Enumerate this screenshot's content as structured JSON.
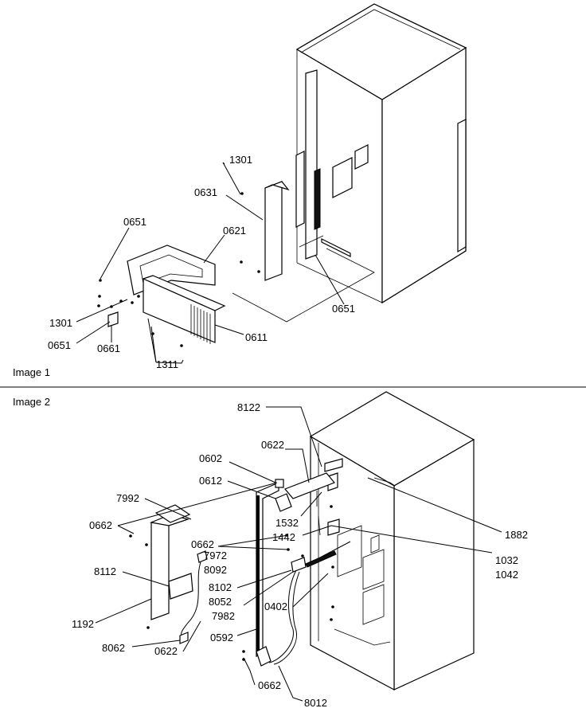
{
  "image1": {
    "title": "Image 1",
    "parts": {
      "p1301_top": "1301",
      "p0631": "0631",
      "p0651_left": "0651",
      "p0621": "0621",
      "p1301_left": "1301",
      "p0651_bottom_left": "0651",
      "p0661": "0661",
      "p1311": "1311",
      "p0611": "0611",
      "p0651_right": "0651"
    }
  },
  "image2": {
    "title": "Image 2",
    "parts": {
      "p8122": "8122",
      "p0622_top": "0622",
      "p0602": "0602",
      "p0612": "0612",
      "p7992": "7992",
      "p0662_left": "0662",
      "p1532": "1532",
      "p1442": "1442",
      "p1882": "1882",
      "p0662_mid": "0662",
      "p7972": "7972",
      "p8092": "8092",
      "p1032": "1032",
      "p1042": "1042",
      "p8112": "8112",
      "p8102": "8102",
      "p8052": "8052",
      "p7982": "7982",
      "p0402": "0402",
      "p1192": "1192",
      "p0592": "0592",
      "p8062": "8062",
      "p0622_bottom": "0622",
      "p0662_bottom": "0662",
      "p8012": "8012"
    }
  }
}
